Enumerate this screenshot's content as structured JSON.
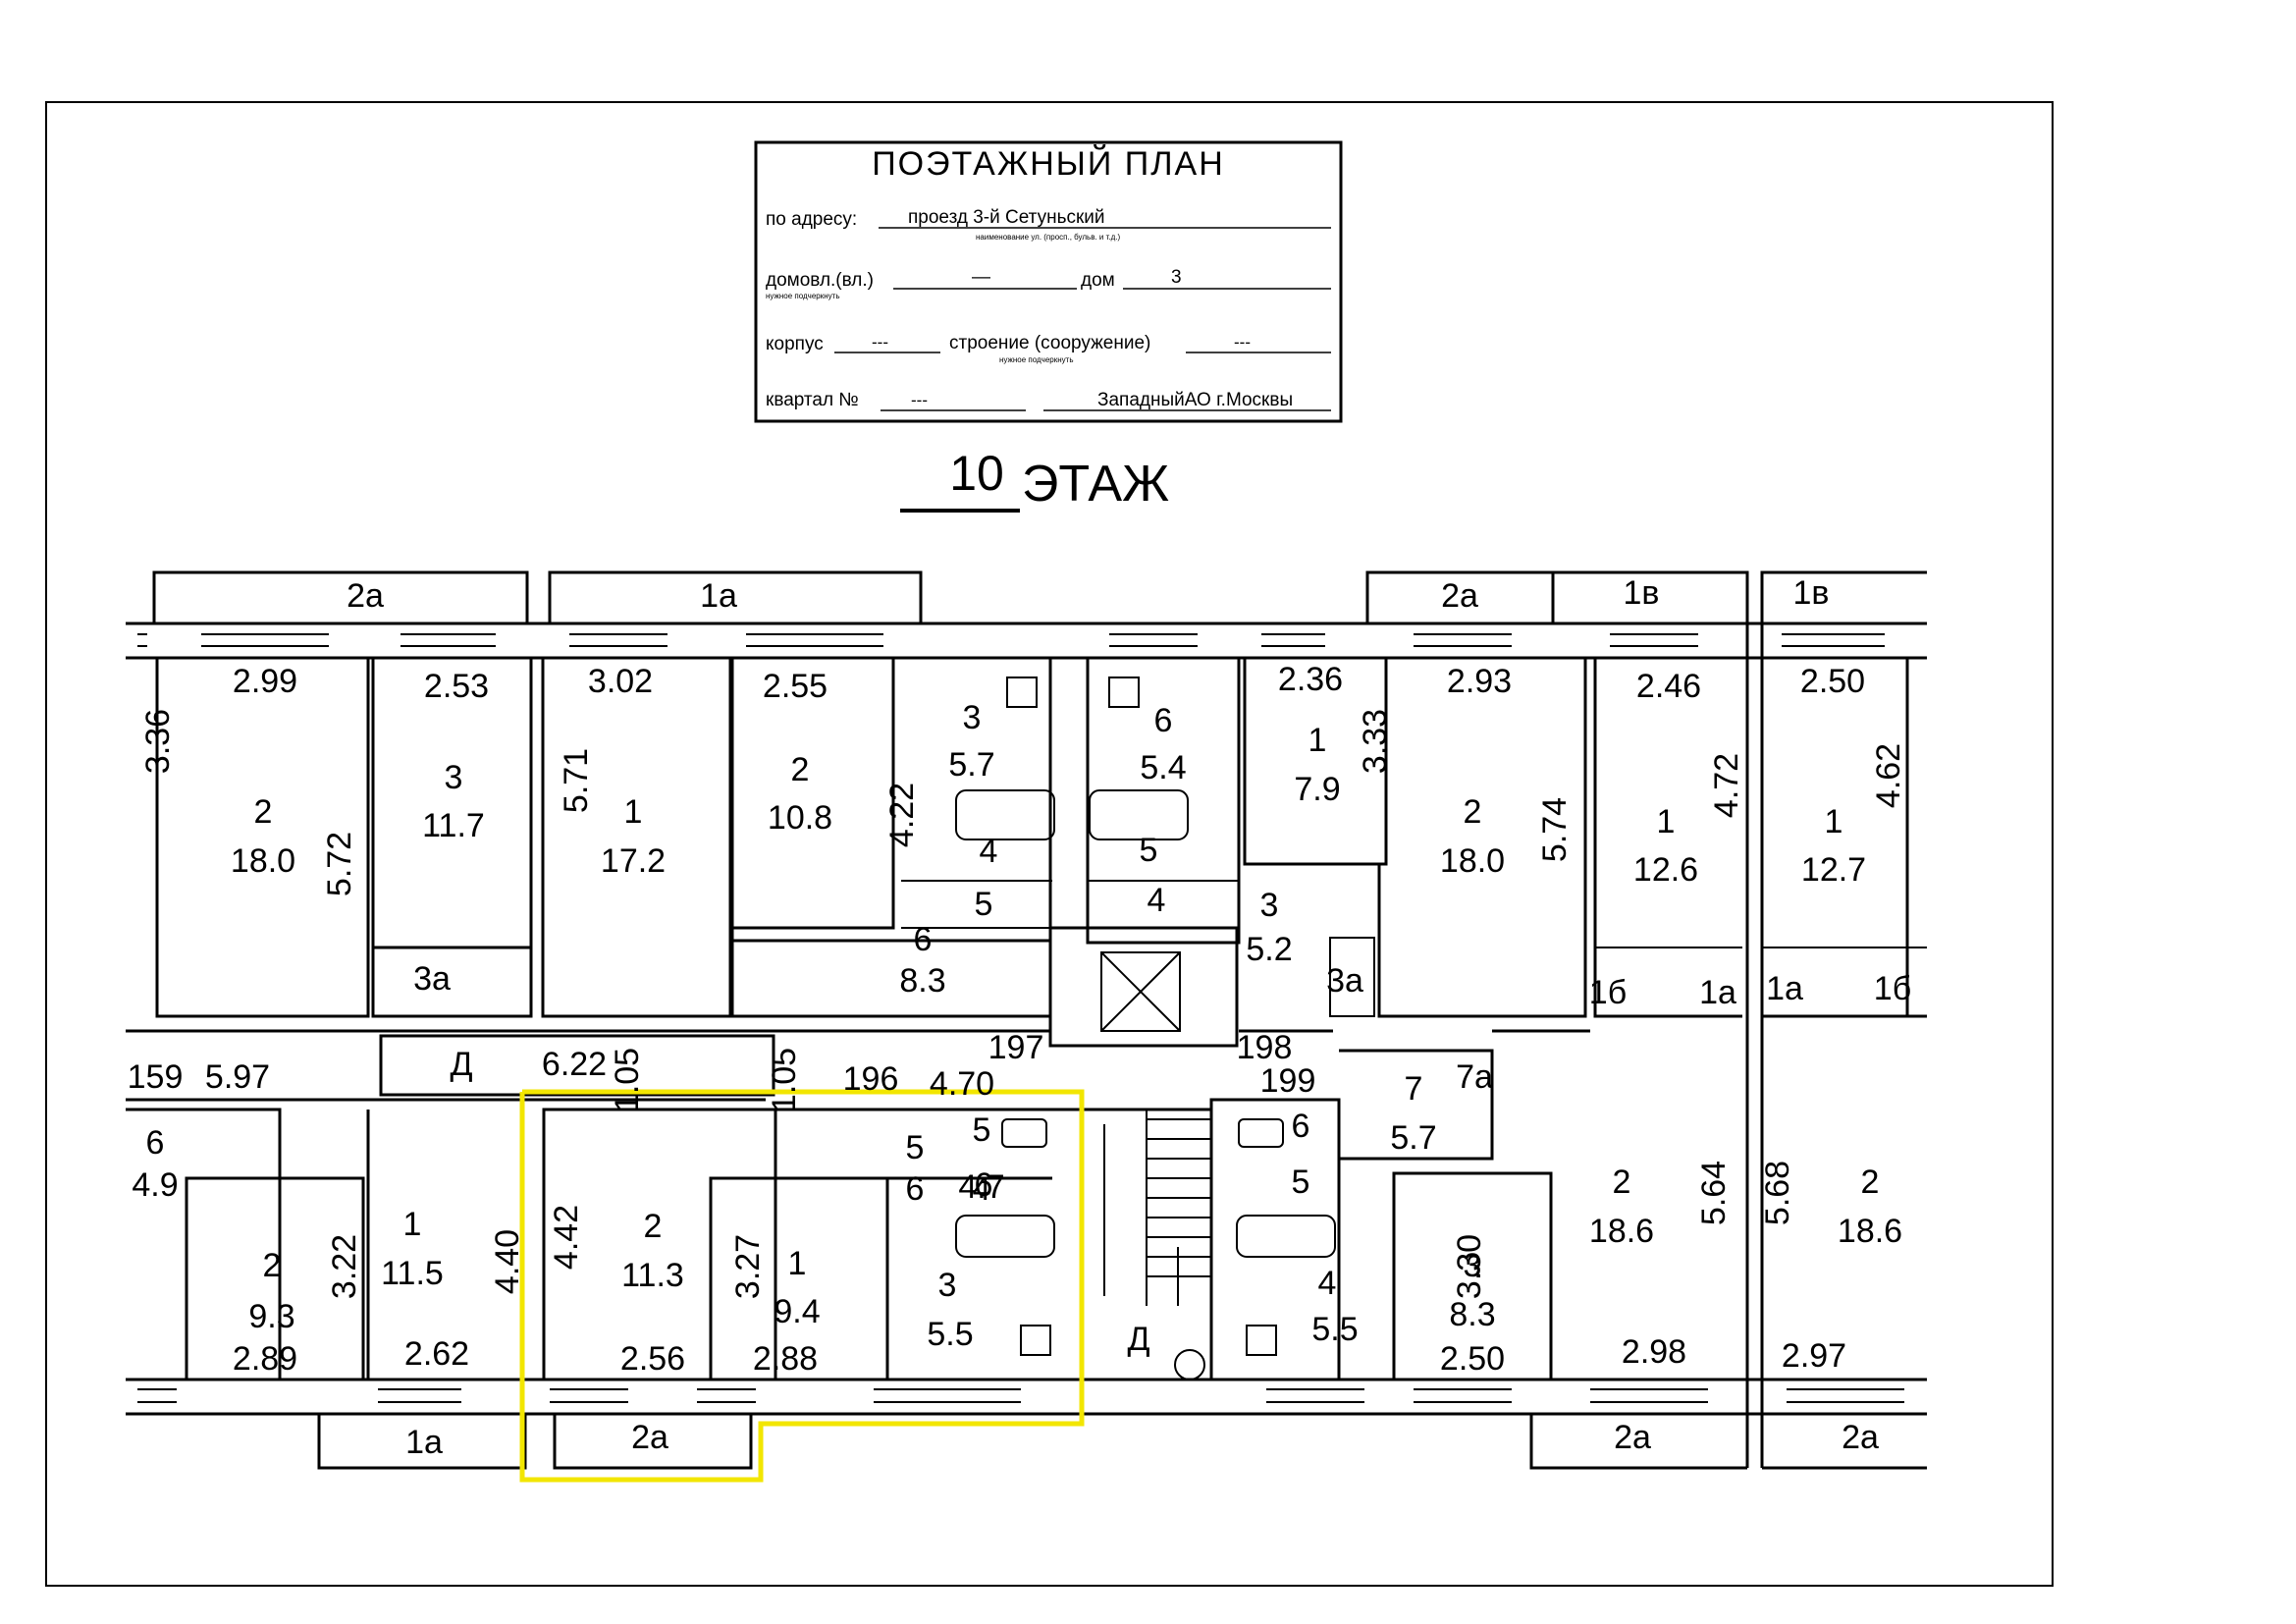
{
  "stamp": {
    "title": "ПОЭТАЖНЫЙ ПЛАН",
    "address_label": "по адресу:",
    "address_value": "проезд 3-й Сетуньский",
    "address_hint": "наименование ул. (просп., бульв. и т.д.)",
    "domovl_label": "домовл.(вл.)",
    "domovl_value": "—",
    "domovl_hint": "нужное подчеркнуть",
    "dom_label": "дом",
    "dom_value": "3",
    "korpus_label": "корпус",
    "korpus_value": "---",
    "stroenie_label": "строение (сооружение)",
    "stroenie_value": "---",
    "stroenie_hint": "нужное подчеркнуть",
    "kvartal_label": "квартал №",
    "kvartal_value": "---",
    "district_value": "Западный",
    "district_suffix": "АО г.Москвы"
  },
  "floor": {
    "number": "10",
    "label": "ЭТАЖ"
  },
  "labels": [
    {
      "t": "2а"
    },
    {
      "t": "1а"
    },
    {
      "t": "2а"
    },
    {
      "t": "1в"
    },
    {
      "t": "1в"
    },
    {
      "t": "2.99"
    },
    {
      "t": "2.53"
    },
    {
      "t": "3.02"
    },
    {
      "t": "2.55"
    },
    {
      "t": "2.36"
    },
    {
      "t": "2.93"
    },
    {
      "t": "2.46"
    },
    {
      "t": "2.50"
    },
    {
      "t": "3.36"
    },
    {
      "t": "5.72"
    },
    {
      "t": "5.71"
    },
    {
      "t": "4.22"
    },
    {
      "t": "3.33"
    },
    {
      "t": "5.74"
    },
    {
      "t": "4.72"
    },
    {
      "t": "4.62"
    },
    {
      "t": "2"
    },
    {
      "t": "18.0"
    },
    {
      "t": "3"
    },
    {
      "t": "11.7"
    },
    {
      "t": "1"
    },
    {
      "t": "17.2"
    },
    {
      "t": "2"
    },
    {
      "t": "10.8"
    },
    {
      "t": "3"
    },
    {
      "t": "5.7"
    },
    {
      "t": "6"
    },
    {
      "t": "5.4"
    },
    {
      "t": "1"
    },
    {
      "t": "7.9"
    },
    {
      "t": "2"
    },
    {
      "t": "18.0"
    },
    {
      "t": "1"
    },
    {
      "t": "12.6"
    },
    {
      "t": "1"
    },
    {
      "t": "12.7"
    },
    {
      "t": "4"
    },
    {
      "t": "5"
    },
    {
      "t": "5"
    },
    {
      "t": "4"
    },
    {
      "t": "6"
    },
    {
      "t": "8.3"
    },
    {
      "t": "3"
    },
    {
      "t": "5.2"
    },
    {
      "t": "3а"
    },
    {
      "t": "3а"
    },
    {
      "t": "1б"
    },
    {
      "t": "1а"
    },
    {
      "t": "1а"
    },
    {
      "t": "1б"
    },
    {
      "t": "197"
    },
    {
      "t": "198"
    },
    {
      "t": "199"
    },
    {
      "t": "159"
    },
    {
      "t": "5.97"
    },
    {
      "t": "Д"
    },
    {
      "t": "6.22"
    },
    {
      "t": "1.05"
    },
    {
      "t": "1.05"
    },
    {
      "t": "196"
    },
    {
      "t": "4.70"
    },
    {
      "t": "6"
    },
    {
      "t": "4.9"
    },
    {
      "t": "2"
    },
    {
      "t": "9.3"
    },
    {
      "t": "3.22"
    },
    {
      "t": "1"
    },
    {
      "t": "11.5"
    },
    {
      "t": "4.40"
    },
    {
      "t": "4.42"
    },
    {
      "t": "2"
    },
    {
      "t": "11.3"
    },
    {
      "t": "3.27"
    },
    {
      "t": "1"
    },
    {
      "t": "9.4"
    },
    {
      "t": "5"
    },
    {
      "t": "6"
    },
    {
      "t": "4.7"
    },
    {
      "t": "4"
    },
    {
      "t": "3"
    },
    {
      "t": "5.5"
    },
    {
      "t": "6"
    },
    {
      "t": "5"
    },
    {
      "t": "4"
    },
    {
      "t": "5.5"
    },
    {
      "t": "Д"
    },
    {
      "t": "7"
    },
    {
      "t": "5.7"
    },
    {
      "t": "7а"
    },
    {
      "t": "3"
    },
    {
      "t": "8.3"
    },
    {
      "t": "3.30"
    },
    {
      "t": "2"
    },
    {
      "t": "18.6"
    },
    {
      "t": "5.64"
    },
    {
      "t": "5.68"
    },
    {
      "t": "2"
    },
    {
      "t": "18.6"
    },
    {
      "t": "2.89"
    },
    {
      "t": "2.62"
    },
    {
      "t": "2.56"
    },
    {
      "t": "2.88"
    },
    {
      "t": "2.50"
    },
    {
      "t": "2.98"
    },
    {
      "t": "2.97"
    },
    {
      "t": "1а"
    },
    {
      "t": "2а"
    },
    {
      "t": "2а"
    },
    {
      "t": "2а"
    },
    {
      "t": "5"
    },
    {
      "t": "6"
    }
  ],
  "highlight_color": "#f2e600"
}
